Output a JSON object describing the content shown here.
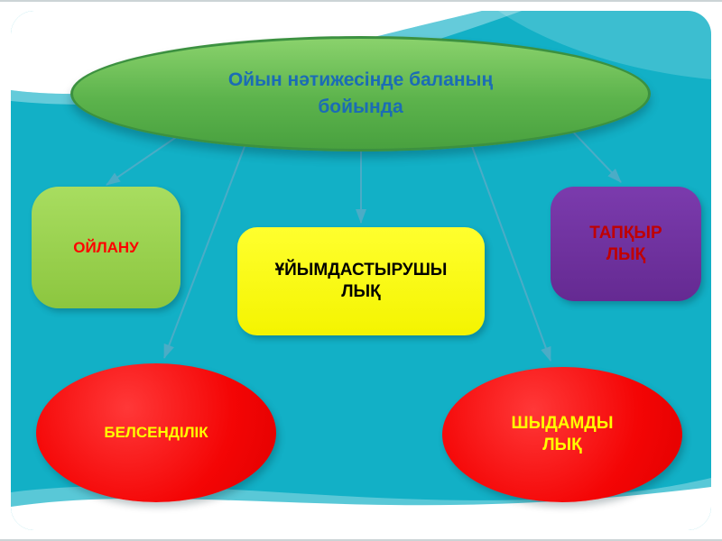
{
  "slide": {
    "title": "Ойын нәтижесінде баланың\nбойында",
    "title_color": "#1b6cb5",
    "background_color": "#12b0c6"
  },
  "nodes": [
    {
      "id": "oilanu",
      "label": "ОЙЛАНУ",
      "shape": "rounded-rect",
      "fill": "#92d050",
      "text_color": "#ff0000"
    },
    {
      "id": "uiymdastyrushylyk",
      "label": "ҰЙЫМДАСТЫРУШЫ\nЛЫҚ",
      "shape": "rounded-rect",
      "fill": "#ffff00",
      "text_color": "#000000"
    },
    {
      "id": "tapkyrlyk",
      "label": "ТАПҚЫР\nЛЫҚ",
      "shape": "rounded-rect",
      "fill": "#7030a0",
      "text_color": "#c00000"
    },
    {
      "id": "belsendilik",
      "label": "БЕЛСЕНДІЛІК",
      "shape": "ellipse",
      "fill": "#ff0000",
      "text_color": "#ffff00"
    },
    {
      "id": "shydamdylyk",
      "label": "ШЫДАМДЫ\nЛЫҚ",
      "shape": "ellipse",
      "fill": "#ff0000",
      "text_color": "#ffff00"
    }
  ],
  "connectors": {
    "color": "#4BACC6",
    "from": "title-ellipse",
    "to": [
      "oilanu",
      "belsendilik",
      "uiymdastyrushylyk",
      "shydamdylyk",
      "tapkyrlyk"
    ]
  }
}
